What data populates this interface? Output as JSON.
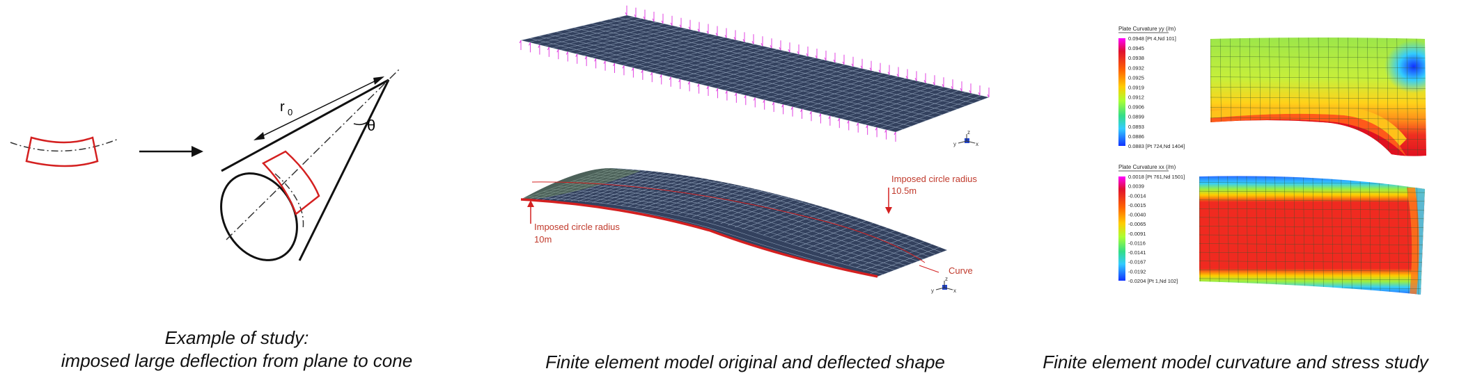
{
  "panel1": {
    "label_r0": "r",
    "label_r0_sub": "0",
    "label_theta": "θ",
    "caption_line1": "Example of study:",
    "caption_line2": "imposed large deflection from plane to cone"
  },
  "panel2": {
    "annotation_right_line1": "Imposed circle radius",
    "annotation_right_line2": "10.5m",
    "annotation_left_line1": "Imposed circle radius",
    "annotation_left_line2": "10m",
    "curve_label": "Curve",
    "axis_z": "z",
    "axis_x": "x",
    "axis_y": "y",
    "caption": "Finite element model original and deflected shape",
    "colors": {
      "plate": "#33415e",
      "mesh": "#8fa0b8",
      "load": "#e040e0",
      "annotation": "#c0392b"
    }
  },
  "panel3": {
    "legend_top": {
      "title": "Plate Curvature yy (/m)",
      "values": [
        "0.0948 [Pt 4,Nd 101]",
        "0.0945",
        "0.0938",
        "0.0932",
        "0.0925",
        "0.0919",
        "0.0912",
        "0.0906",
        "0.0899",
        "0.0893",
        "0.0886",
        "0.0883 [Pt 724,Nd 1404]"
      ]
    },
    "legend_bottom": {
      "title": "Plate Curvature xx (/m)",
      "values": [
        "0.0018 [Pt 761,Nd 1501]",
        "0.0039",
        "-0.0014",
        "-0.0015",
        "-0.0040",
        "-0.0065",
        "-0.0091",
        "-0.0116",
        "-0.0141",
        "-0.0167",
        "-0.0192",
        "-0.0204 [Pt 1,Nd 102]"
      ]
    },
    "caption": "Finite element model curvature and stress study"
  }
}
